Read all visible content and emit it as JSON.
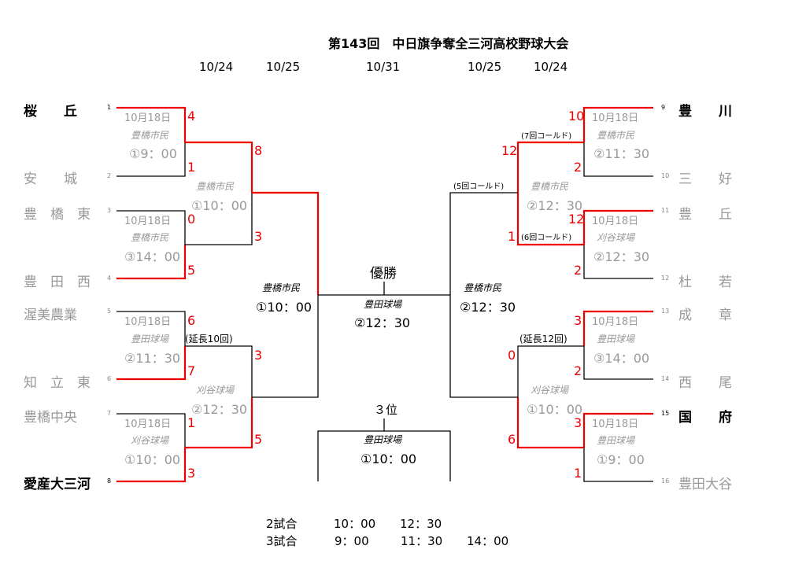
{
  "title": "第143回　中日旗争奪全三河高校野球大会",
  "dates": [
    "10/24",
    "10/25",
    "10/31",
    "10/25",
    "10/24"
  ],
  "teams": [
    {
      "no": "1",
      "name": "桜　　丘"
    },
    {
      "no": "2",
      "name": "安　　城"
    },
    {
      "no": "3",
      "name": "豊　橋　東"
    },
    {
      "no": "4",
      "name": "豊　田　西"
    },
    {
      "no": "5",
      "name": "渥美農業"
    },
    {
      "no": "6",
      "name": "知　立　東"
    },
    {
      "no": "7",
      "name": "豊橋中央"
    },
    {
      "no": "8",
      "name": "愛産大三河"
    },
    {
      "no": "9",
      "name": "豊　　川"
    },
    {
      "no": "10",
      "name": "三　　好"
    },
    {
      "no": "11",
      "name": "豊　　丘"
    },
    {
      "no": "12",
      "name": "杜　　若"
    },
    {
      "no": "13",
      "name": "成　　章"
    },
    {
      "no": "14",
      "name": "西　　尾"
    },
    {
      "no": "15",
      "name": "国　　府"
    },
    {
      "no": "16",
      "name": "豊田大谷"
    }
  ],
  "scores": {
    "r1": [
      "4",
      "1",
      "0",
      "5",
      "6",
      "7",
      "1",
      "3",
      "10",
      "2",
      "12",
      "2",
      "3",
      "2",
      "3",
      "1"
    ],
    "qf": [
      "8",
      "3",
      "3",
      "5",
      "12",
      "1",
      "0",
      "6"
    ]
  },
  "games": {
    "r1": [
      {
        "date": "10月18日",
        "venue": "豊橋市民",
        "time": "①9：00"
      },
      {
        "date": "10月18日",
        "venue": "豊橋市民",
        "time": "③14：00"
      },
      {
        "date": "10月18日",
        "venue": "豊田球場",
        "time": "②11：30"
      },
      {
        "date": "10月18日",
        "venue": "刈谷球場",
        "time": "①10：00"
      },
      {
        "date": "10月18日",
        "venue": "豊橋市民",
        "time": "②11：30"
      },
      {
        "date": "10月18日",
        "venue": "刈谷球場",
        "time": "②12：30"
      },
      {
        "date": "10月18日",
        "venue": "豊田球場",
        "time": "③14：00"
      },
      {
        "date": "10月18日",
        "venue": "豊田球場",
        "time": "①9：00"
      }
    ],
    "qf": [
      {
        "venue": "豊橋市民",
        "time": "①10：00"
      },
      {
        "venue": "刈谷球場",
        "time": "②12：30"
      },
      {
        "venue": "豊橋市民",
        "time": "②12：30"
      },
      {
        "venue": "刈谷球場",
        "time": "①10：00"
      }
    ],
    "sf": [
      {
        "venue": "豊橋市民",
        "time": "①10：00"
      },
      {
        "venue": "豊橋市民",
        "time": "②12：30"
      }
    ],
    "final": {
      "label": "優勝",
      "venue": "豊田球場",
      "time": "②12：30"
    },
    "third": {
      "label": "３位",
      "venue": "豊田球場",
      "time": "①10：00"
    }
  },
  "notes": {
    "ext10": "(延長10回)",
    "ext12": "(延長12回)",
    "called7": "(7回コールド)",
    "called5": "(5回コールド)",
    "called6": "(6回コールド)"
  },
  "schedule": {
    "row1_label": "2試合",
    "row1_t1": "10：00",
    "row1_t2": "12：30",
    "row2_label": "3試合",
    "row2_t1": "9：00",
    "row2_t2": "11：30",
    "row2_t3": "14：00"
  },
  "colors": {
    "win": "#e00000",
    "line": "#000000",
    "muted": "#999999"
  }
}
